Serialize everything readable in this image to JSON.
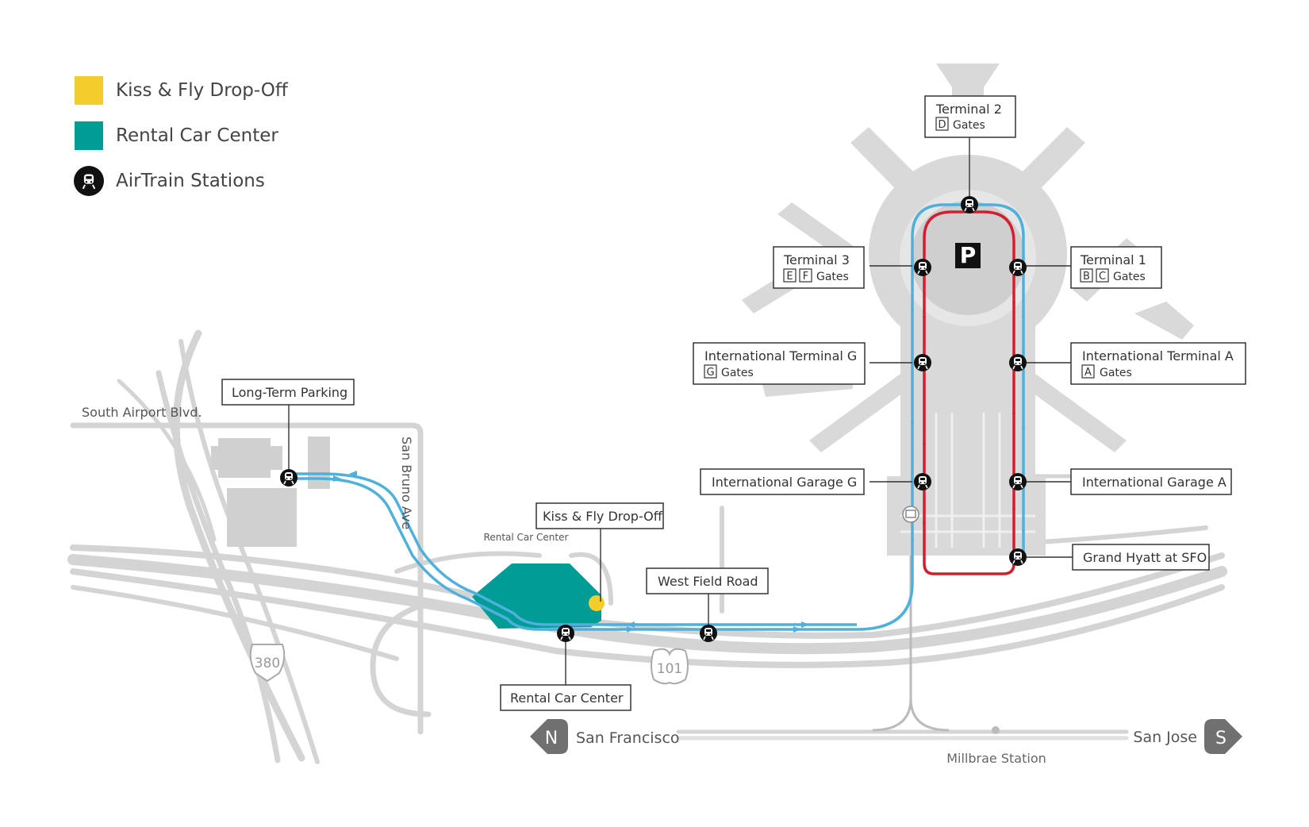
{
  "legend": {
    "items": [
      {
        "label": "Kiss & Fly Drop-Off",
        "color": "#f2cd2c",
        "icon": "yellow-square"
      },
      {
        "label": "Rental Car Center",
        "color": "#009d97",
        "icon": "teal-square"
      },
      {
        "label": "AirTrain Stations",
        "color": "#111111",
        "icon": "train-icon"
      }
    ]
  },
  "stations": {
    "terminal2": {
      "title": "Terminal 2",
      "gates": [
        "D"
      ],
      "gates_label": "Gates"
    },
    "terminal3": {
      "title": "Terminal 3",
      "gates": [
        "E",
        "F"
      ],
      "gates_label": "Gates"
    },
    "terminal1": {
      "title": "Terminal 1",
      "gates": [
        "B",
        "C"
      ],
      "gates_label": "Gates"
    },
    "intl_g": {
      "title": "International Terminal G",
      "gates": [
        "G"
      ],
      "gates_label": "Gates"
    },
    "intl_a": {
      "title": "International Terminal A",
      "gates": [
        "A"
      ],
      "gates_label": "Gates"
    },
    "garage_g": {
      "title": "International Garage G"
    },
    "garage_a": {
      "title": "International Garage A"
    },
    "grand_hyatt": {
      "title": "Grand Hyatt at SFO"
    },
    "long_term": {
      "title": "Long-Term Parking"
    },
    "kiss_fly": {
      "title": "Kiss & Fly Drop-Off"
    },
    "west_field": {
      "title": "West Field Road"
    },
    "rental_car": {
      "title": "Rental Car Center"
    }
  },
  "places": {
    "rental_car_area": "Rental Car Center",
    "south_airport_blvd": "South Airport Blvd.",
    "san_bruno_ave": "San Bruno Ave",
    "parking_symbol": "P",
    "hwy_380": "380",
    "hwy_101": "101",
    "millbrae": "Millbrae Station"
  },
  "directions": {
    "north": {
      "letter": "N",
      "label": "San Francisco"
    },
    "south": {
      "letter": "S",
      "label": "San Jose"
    }
  },
  "colors": {
    "blue_line": "#4fb0dc",
    "red_line": "#d0202f",
    "road": "#d4d4d4",
    "terminal": "#d6d6d6",
    "teal": "#009d97",
    "yellow": "#f2cd2c"
  }
}
